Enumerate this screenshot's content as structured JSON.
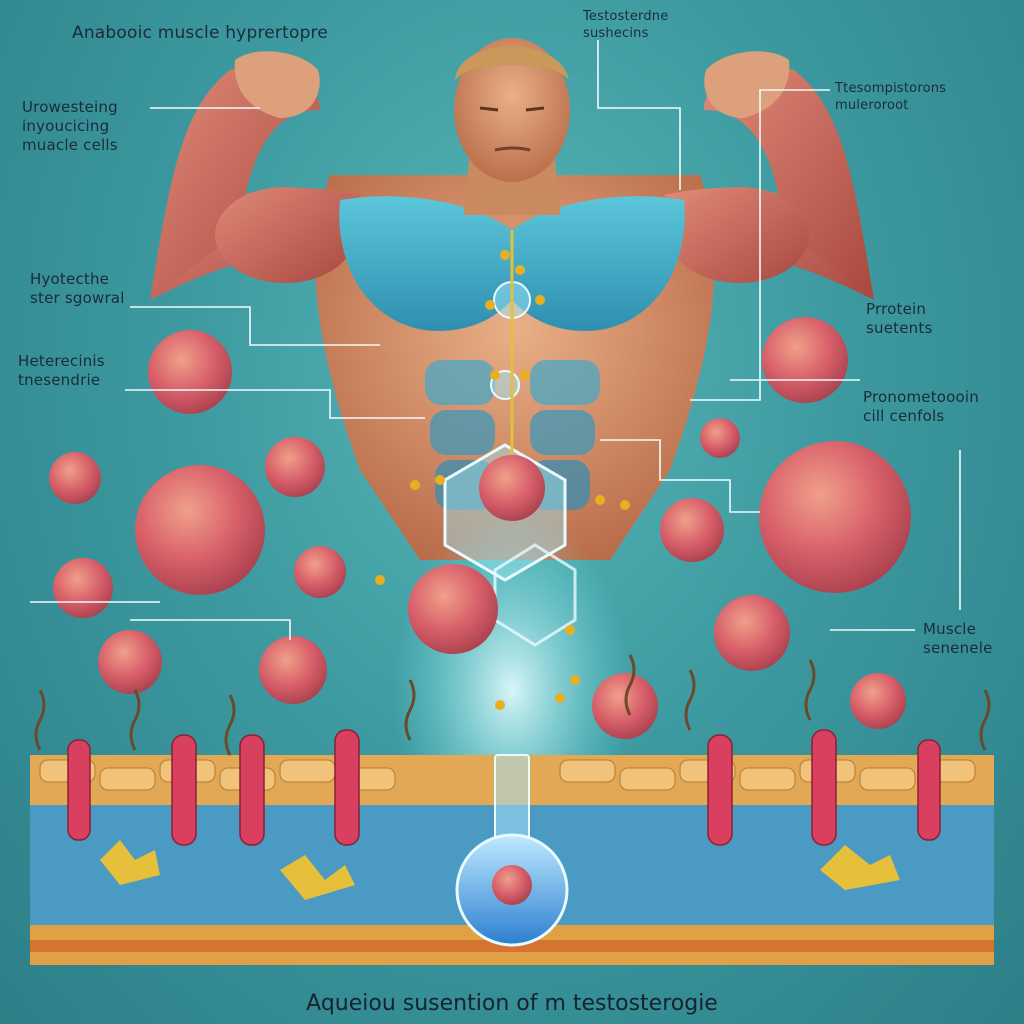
{
  "labels": {
    "title_top_left": "Anabooic muscle hyprertopre",
    "top_center": "Testosterdne\nsushecins",
    "top_right": "Ttesompistorons\nmuleroroot",
    "left_1": "Urowesteing\ninyoucicing\nmuacle cells",
    "left_2": "Hyotecthe\nster sgowral",
    "left_3": "Heterecinis\ntnesendrie",
    "right_1": "Prrotein\nsuetents",
    "right_2": "Pronometoooin\ncill cenfols",
    "right_3": "Muscle\nsenenele"
  },
  "caption": "Aqueiou susention of m testosterogie",
  "colors": {
    "background": "#3d9aa0",
    "muscle": "#c8605a",
    "skin": "#d99a6c",
    "chest_overlay": "#4ab3cc",
    "cell": "#d9626a",
    "membrane_fat": "#e0a25a",
    "flask": "#3aa0e0"
  }
}
